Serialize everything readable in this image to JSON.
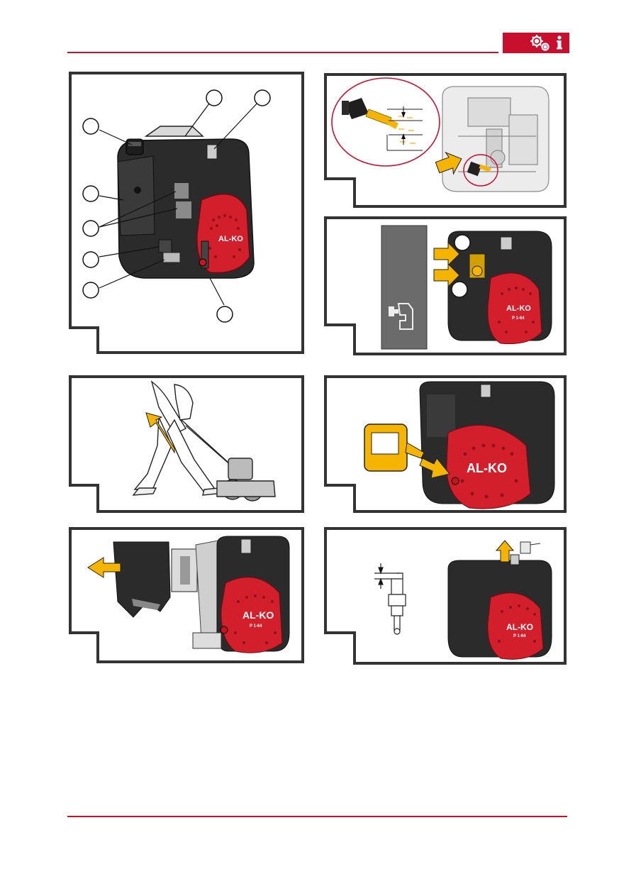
{
  "header": {
    "icon_gears": "gears-icon",
    "icon_info": "info-icon",
    "accent": "#c8102e"
  },
  "engine": {
    "brand": "AL-KO",
    "model": "P 1-64"
  },
  "figures": [
    {
      "id": "fig-overview",
      "callouts": [
        "",
        "",
        "",
        "",
        "",
        "",
        "",
        ""
      ]
    },
    {
      "id": "fig-oil-level"
    },
    {
      "id": "fig-fuel-choke",
      "callouts": [
        "",
        ""
      ]
    },
    {
      "id": "fig-start-pull"
    },
    {
      "id": "fig-oil-fill"
    },
    {
      "id": "fig-air-filter"
    },
    {
      "id": "fig-spark-plug"
    }
  ],
  "colors": {
    "frame": "#333333",
    "engine_dark": "#2b2b2b",
    "engine_red": "#d21f2b",
    "arrow_yellow": "#f5b400",
    "gauge_grey": "#6b6b6b"
  }
}
